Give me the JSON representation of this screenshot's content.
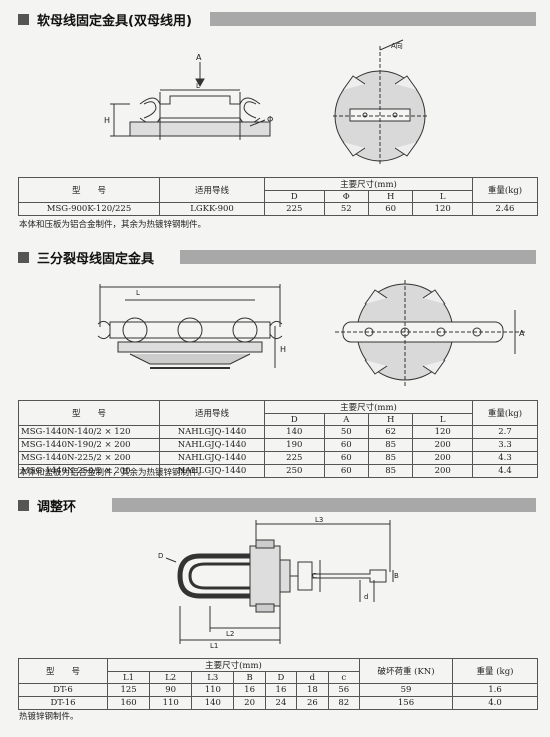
{
  "sections": [
    {
      "title": "软母线固定金具(双母线用)",
      "table": {
        "head_model": "型　　号",
        "head_wire": "适用导线",
        "head_dims": "主要尺寸(mm)",
        "head_weight": "重量(kg)",
        "dim_cols": [
          "D",
          "Φ",
          "H",
          "L"
        ],
        "rows": [
          {
            "model": "MSG-900K-120/225",
            "wire": "LGKK-900",
            "dims": [
              "225",
              "52",
              "60",
              "120"
            ],
            "weight": "2.46"
          }
        ]
      },
      "note": "本体和压板为铝合金制件，其余为热镀锌钢制件。"
    },
    {
      "title": "三分裂母线固定金具",
      "table": {
        "head_model": "型　　号",
        "head_wire": "适用导线",
        "head_dims": "主要尺寸(mm)",
        "head_weight": "重量(kg)",
        "dim_cols": [
          "D",
          "A",
          "H",
          "L"
        ],
        "rows": [
          {
            "model": "MSG-1440N-140/2 × 120",
            "wire": "NAHLGJQ-1440",
            "dims": [
              "140",
              "50",
              "62",
              "120"
            ],
            "weight": "2.7"
          },
          {
            "model": "MSG-1440N-190/2 × 200",
            "wire": "NAHLGJQ-1440",
            "dims": [
              "190",
              "60",
              "85",
              "200"
            ],
            "weight": "3.3"
          },
          {
            "model": "MSG-1440N-225/2 × 200",
            "wire": "NAHLGJQ-1440",
            "dims": [
              "225",
              "60",
              "85",
              "200"
            ],
            "weight": "4.3"
          },
          {
            "model": "MSG-1440N-250/2 × 200",
            "wire": "NAHLGJQ-1440",
            "dims": [
              "250",
              "60",
              "85",
              "200"
            ],
            "weight": "4.4"
          }
        ]
      },
      "note": "本体和盖板为铝合金制件，其余为热镀锌钢制件。"
    },
    {
      "title": "调整环",
      "table": {
        "head_model": "型　　号",
        "head_dims": "主要尺寸(mm)",
        "head_load": "破坏荷重 (KN)",
        "head_weight": "重量 (kg)",
        "dim_cols": [
          "L1",
          "L2",
          "L3",
          "B",
          "D",
          "d",
          "c"
        ],
        "rows": [
          {
            "model": "DT-6",
            "dims": [
              "125",
              "90",
              "110",
              "16",
              "16",
              "18",
              "56"
            ],
            "load": "59",
            "weight": "1.6"
          },
          {
            "model": "DT-16",
            "dims": [
              "160",
              "110",
              "140",
              "20",
              "24",
              "26",
              "82"
            ],
            "load": "156",
            "weight": "4.0"
          }
        ]
      },
      "note": "热镀锌钢制件。"
    }
  ],
  "drawing_labels": {
    "s1": {
      "a_arrow": "A",
      "a_view": "A向",
      "l": "L",
      "h": "H",
      "phi": "Φ"
    },
    "s2": {
      "l": "L",
      "h": "H",
      "a": "A"
    },
    "s3": {
      "l1": "L1",
      "l2": "L2",
      "l3": "L3",
      "b": "B",
      "d_big": "D",
      "c": "C",
      "d_small": "d"
    }
  }
}
